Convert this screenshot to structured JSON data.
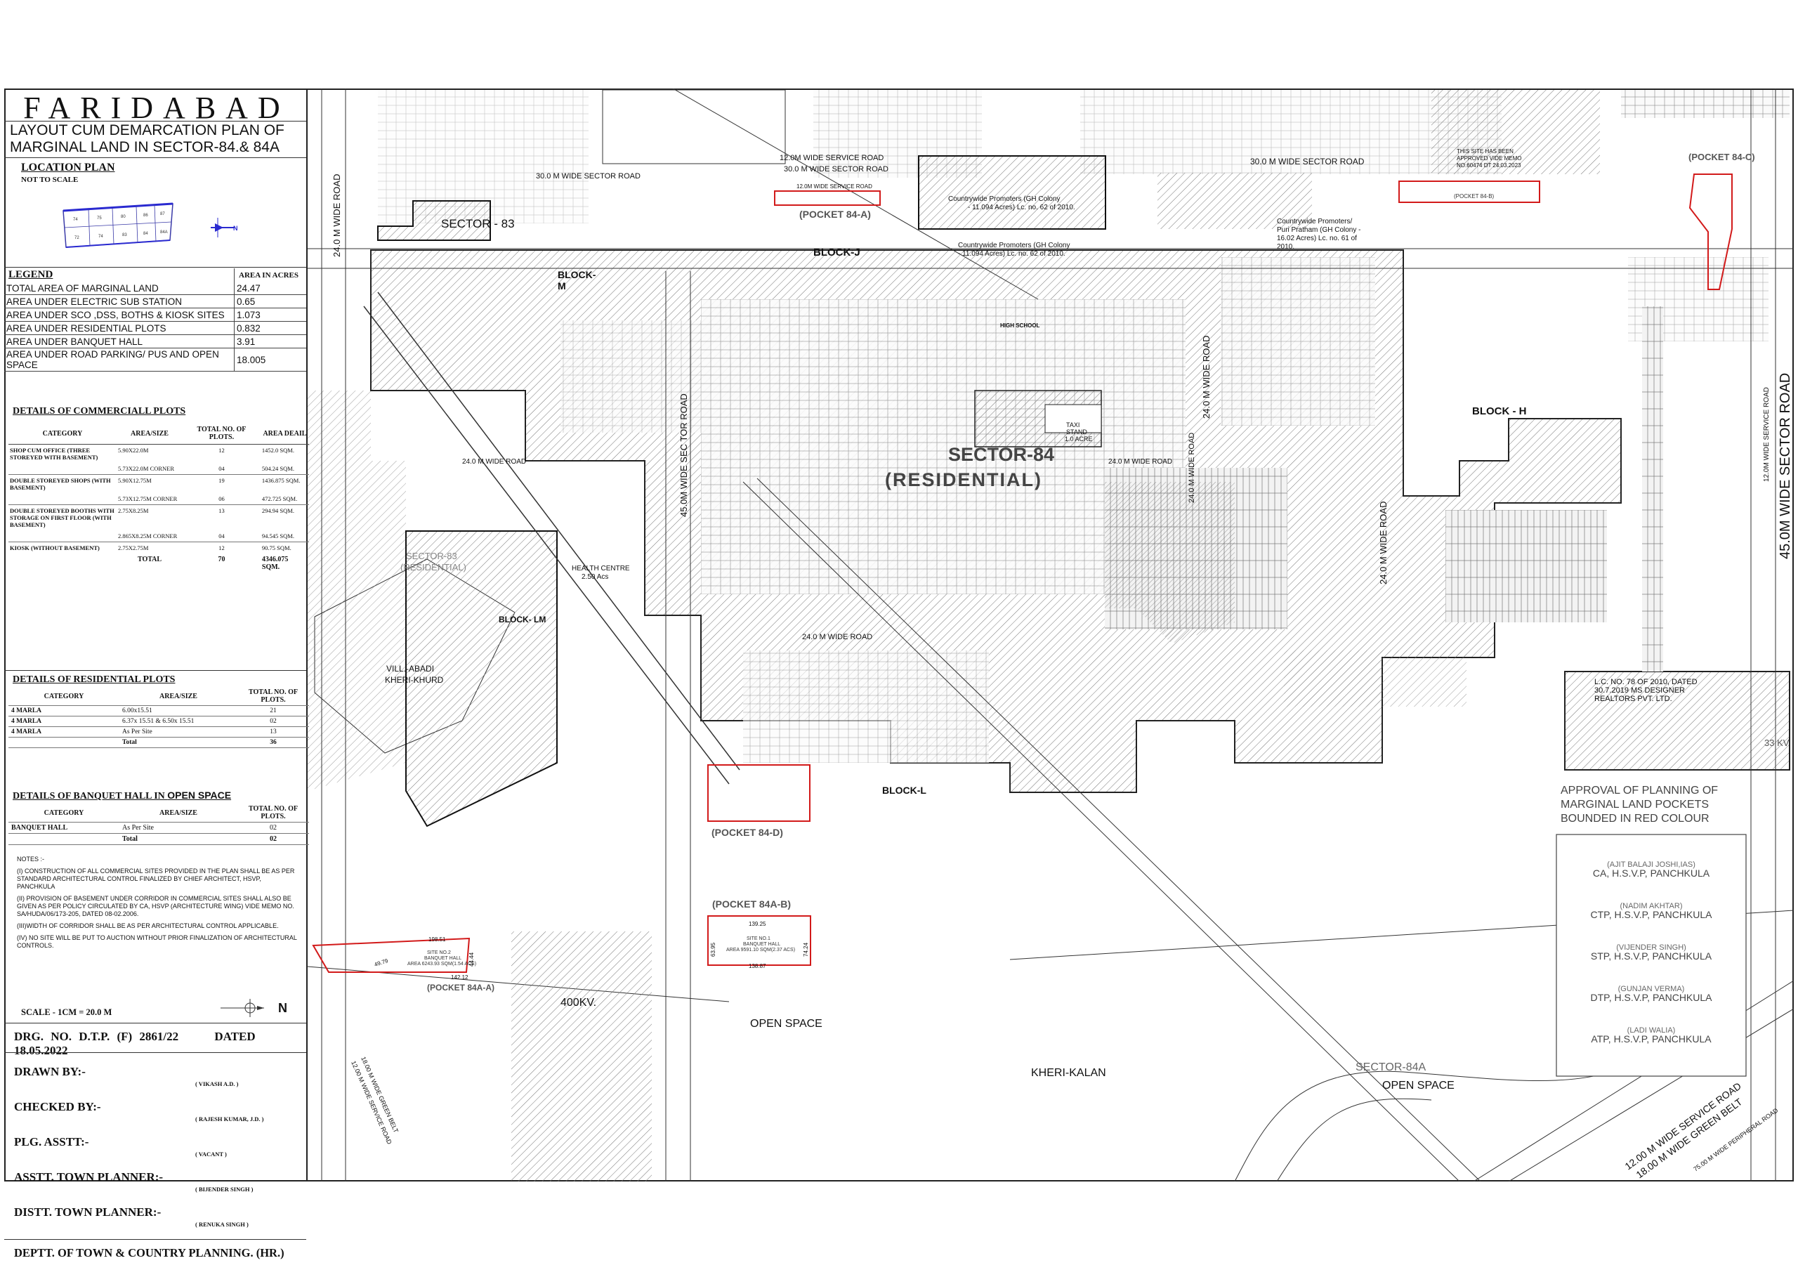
{
  "header": {
    "title": "FARIDABAD",
    "subtitle_line1": "LAYOUT CUM DEMARCATION PLAN OF",
    "subtitle_line2": "MARGINAL LAND IN SECTOR-84.& 84A"
  },
  "location_plan": {
    "heading": "LOCATION PLAN",
    "note": "NOT TO SCALE"
  },
  "legend": {
    "heading": "LEGEND",
    "value_heading": "AREA IN ACRES",
    "rows": [
      {
        "label": "TOTAL AREA OF MARGINAL LAND",
        "value": "24.47"
      },
      {
        "label": "AREA UNDER ELECTRIC SUB STATION",
        "value": "0.65"
      },
      {
        "label": "AREA UNDER SCO ,DSS, BOTHS & KIOSK  SITES",
        "value": "1.073"
      },
      {
        "label": "AREA UNDER RESIDENTIAL PLOTS",
        "value": "0.832"
      },
      {
        "label": "AREA UNDER BANQUET HALL",
        "value": "3.91"
      },
      {
        "label": "AREA UNDER ROAD PARKING/ PUS AND OPEN SPACE",
        "value": "18.005"
      }
    ]
  },
  "commercial": {
    "heading": "DETAILS OF COMMERCIALL PLOTS",
    "columns": [
      "CATEGORY",
      "AREA/SIZE",
      "TOTAL NO. OF PLOTS.",
      "AREA DEAIL"
    ],
    "rows": [
      {
        "category": "SHOP CUM OFFICE (THREE STOREYED WITH BASEMENT)",
        "size": "5.90X22.0M",
        "count": "12",
        "area": "1452.0 SQM."
      },
      {
        "category": "",
        "size": "5.73X22.0M CORNER",
        "count": "04",
        "area": "504.24 SQM."
      },
      {
        "category": "DOUBLE STOREYED SHOPS (WITH BASEMENT)",
        "size": "5.90X12.75M",
        "count": "19",
        "area": "1436.875 SQM."
      },
      {
        "category": "",
        "size": "5.73X12.75M CORNER",
        "count": "06",
        "area": "472.725 SQM."
      },
      {
        "category": "DOUBLE STOREYED BOOTHS WITH STORAGE ON FIRST FLOOR (WITH BASEMENT)",
        "size": "2.75X8.25M",
        "count": "13",
        "area": "294.94 SQM."
      },
      {
        "category": "",
        "size": "2.865X8.25M CORNER",
        "count": "04",
        "area": "94.545 SQM."
      },
      {
        "category": "KIOSK (WITHOUT BASEMENT)",
        "size": "2.75X2.75M",
        "count": "12",
        "area": "90.75 SQM."
      }
    ],
    "total_label": "TOTAL",
    "total_count": "70",
    "total_area": "4346.075 SQM."
  },
  "residential": {
    "heading": "DETAILS OF RESIDENTIAL PLOTS",
    "columns": [
      "CATEGORY",
      "AREA/SIZE",
      "TOTAL NO. OF PLOTS."
    ],
    "rows": [
      {
        "category": "4 MARLA",
        "size": "6.00x15.51",
        "count": "21"
      },
      {
        "category": "4 MARLA",
        "size": "6.37x 15.51 & 6.50x 15.51",
        "count": "02"
      },
      {
        "category": "4 MARLA",
        "size": "As Per Site",
        "count": "13"
      }
    ],
    "total_label": "Total",
    "total_count": "36"
  },
  "banquet": {
    "heading_prefix": "DETAILS OF BANQUET HALL IN ",
    "heading_suffix": "OPEN SPACE",
    "columns": [
      "CATEGORY",
      "AREA/SIZE",
      "TOTAL NO. OF PLOTS."
    ],
    "rows": [
      {
        "category": "BANQUET HALL",
        "size": "As Per Site",
        "count": "02"
      }
    ],
    "total_label": "Total",
    "total_count": "02"
  },
  "notes": {
    "heading": "NOTES :-",
    "items": [
      "(I)  CONSTRUCTION OF ALL COMMERCIAL SITES PROVIDED IN THE  PLAN SHALL BE AS PER STANDARD ARCHITECTURAL  CONTROL FINALIZED BY CHIEF ARCHITECT, HSVP, PANCHKULA",
      "(II)  PROVISION OF BASEMENT UNDER CORRIDOR IN COMMERCIAL SITES SHALL ALSO BE GIVEN AS PER POLICY CIRCULATED BY CA, HSVP (ARCHITECTURE WING) VIDE MEMO NO. SA/HUDA/06/173-205, DATED 08-02.2006.",
      "(III)WIDTH OF CORRIDOR SHALL BE AS PER ARCHITECTURAL CONTROL APPLICABLE.",
      "(IV) NO SITE WILL BE  PUT TO  AUCTION WITHOUT PRIOR FINALIZATION OF ARCHITECTURAL CONTROLS."
    ]
  },
  "scale": {
    "text": "SCALE - 1CM = 20.0 M",
    "north": "N"
  },
  "drawing": {
    "number": "DRG. NO. D.T.P. (F)  2861/22",
    "dated": "DATED 18.05.2022"
  },
  "signatories": [
    {
      "role": "DRAWN BY:-",
      "name": "( VIKASH  A.D. )"
    },
    {
      "role": "CHECKED BY:-",
      "name": "( RAJESH KUMAR,  J.D. )"
    },
    {
      "role": "PLG. ASSTT:-",
      "name": "( VACANT  )"
    },
    {
      "role": "ASSTT. TOWN PLANNER:-",
      "name": "( BIJENDER SINGH )"
    },
    {
      "role": "DISTT. TOWN PLANNER:-",
      "name": "( RENUKA SINGH )"
    }
  ],
  "department": "DEPTT. OF TOWN & COUNTRY PLANNING. (HR.)",
  "map": {
    "sector84_title": "SECTOR-84",
    "sector84_sub": "(RESIDENTIAL)",
    "sector83_label": "SECTOR - 83",
    "sector83_res": "SECTOR-83",
    "sector83_res_sub": "(RESIDENTIAL)",
    "sector84a": "SECTOR-84A",
    "open_space": "OPEN SPACE",
    "open_space2": "OPEN SPACE",
    "kheri_kalan": "KHERI-KALAN",
    "vill_abadi": "VILL.-ABADI",
    "kheri_khurd": "KHERI-KHURD",
    "kv400": "400KV.",
    "block_j": "BLOCK-J",
    "block_m": "BLOCK-",
    "block_m2": "M",
    "block_lm": "BLOCK- LM",
    "block_l": "BLOCK-L",
    "block_h": "BLOCK - H",
    "health_centre": "HEALTH CENTRE",
    "health_area": "2.50 Acs",
    "pocket_84a": "(POCKET 84-A)",
    "pocket_84c": "(POCKET 84-C)",
    "pocket_84d": "(POCKET 84-D)",
    "pocket_84ab": "(POCKET 84A-B)",
    "pocket_84aa": "(POCKET 84A-A)",
    "pocket_84b": "(POCKET 84-B)",
    "road_30m_left": "30.0 M WIDE SECTOR ROAD",
    "road_30m_right": "30.0 M WIDE SECTOR ROAD",
    "road_12m_service1": "12.0M WIDE SERVICE ROAD",
    "road_30m_mid": "30.0 M WIDE SECTOR ROAD",
    "road_12m_service2": "12.0M WIDE SERVICE ROAD",
    "road_24m_left_vert": "24.0 M WIDE ROAD",
    "road_45m_vert": "45.0M WIDE SEC TOR ROAD",
    "road_24m_h1": "24.0 M WIDE ROAD",
    "road_24m_h2": "24.0 M WIDE ROAD",
    "road_24m_h3": "24.0 M WIDE ROAD",
    "road_24m_v2": "24.0 M WIDE ROAD",
    "road_24m_v3": "24.0 M WIDE ROAD",
    "road_24m_v4": "24.0 M WIDE ROAD",
    "road_45m_right": "45.0M WIDE SECTOR ROAD",
    "road_12m_service_right": "12.0M WIDE SERVICE ROAD",
    "road_12m_bottom": "12.00 M WIDE SERVICE ROAD",
    "road_18m_bottom": "18.00 M WIDE GREEN BELT",
    "road_75m": "75.00 M WIDE PERIPHERAL ROAD",
    "road_18m_left": "18.00 M WIDE GREEN BELT",
    "road_12m_left": "12.00 M WIDE SERVICE ROAD",
    "countrywide1": "Countrywide Promoters (GH Colony",
    "countrywide1b": "- 11.094 Acres) Lc. no. 62 of 2010.",
    "countrywide2": "Countrywide Promoters (GH Colony",
    "countrywide2b": "- 11.094 Acres) Lc. no. 62 of 2010.",
    "countrywide3": "Countrywide Promoters/",
    "countrywide3b": "Puri Pratham (GH Colony -",
    "countrywide3c": "16.02 Acres) Lc. no. 61 of",
    "countrywide3d": "2010.",
    "approved_memo1": "THIS SITE HAS BEEN",
    "approved_memo2": "APPROVED VIDE MEMO",
    "approved_memo3": "NO.60474 DT 24.03.2023",
    "lc_note1": "L.C. NO. 78 OF 2010, DATED",
    "lc_note2": "30.7.2019 MS DESIGNER",
    "lc_note3": "REALTORS PVT. LTD.",
    "taxi_stand": "TAXI",
    "taxi_stand2": "STAND",
    "taxi_stand3": "1.0 ACRE",
    "high_school": "HIGH SCHOOL",
    "kv33": "33 KV",
    "approval1": "APPROVAL OF PLANNING OF",
    "approval2": "MARGINAL LAND POCKETS",
    "approval3": "BOUNDED IN RED COLOUR",
    "site_banquet1": "SITE NO.2",
    "site_banquet1b": "BANQUET HALL",
    "site_banquet1c": "AREA 6243.93 SQM(1.54 ACS)",
    "site_banquet2": "SITE NO.1",
    "site_banquet2b": "BANQUET HALL",
    "site_banquet2c": "AREA 9591.10 SQM(2.37 ACS)",
    "dim_198": "198.51",
    "dim_142": "142.12",
    "dim_139": "139.25",
    "dim_138": "138.87",
    "dim_63": "63.95",
    "dim_74": "74.24",
    "dim_44": "44.44",
    "dim_49": "49.79",
    "approvers": [
      {
        "name": "(AJIT BALAJI JOSHI,IAS)",
        "title": "CA, H.S.V.P, PANCHKULA"
      },
      {
        "name": "(NADIM AKHTAR)",
        "title": "CTP, H.S.V.P, PANCHKULA"
      },
      {
        "name": "(VIJENDER SINGH)",
        "title": "STP, H.S.V.P, PANCHKULA"
      },
      {
        "name": "(GUNJAN VERMA)",
        "title": "DTP, H.S.V.P, PANCHKULA"
      },
      {
        "name": "(LADI WALIA)",
        "title": "ATP, H.S.V.P, PANCHKULA"
      }
    ]
  }
}
